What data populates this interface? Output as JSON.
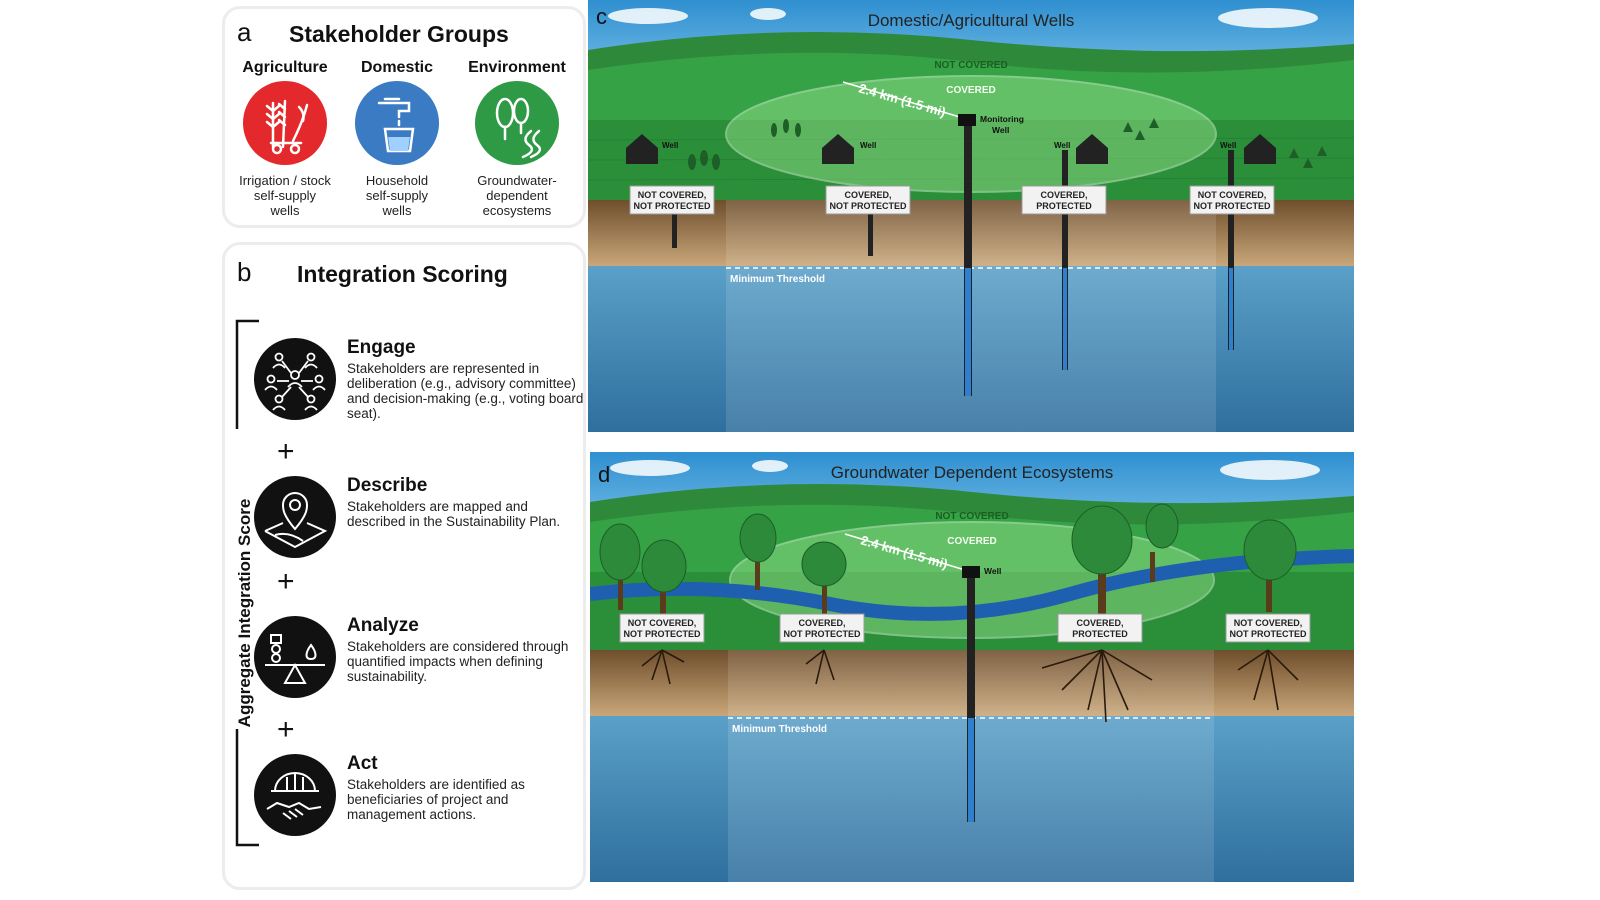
{
  "panel_a": {
    "label": "a",
    "title": "Stakeholder Groups",
    "groups": [
      {
        "name": "Agriculture",
        "desc": [
          "Irrigation / stock",
          "self-supply",
          "wells"
        ],
        "color": "#e3292b",
        "icon": "wheat-irrigation-icon"
      },
      {
        "name": "Domestic",
        "desc": [
          "Household",
          "self-supply",
          "wells"
        ],
        "color": "#3a7bc4",
        "icon": "faucet-glass-icon"
      },
      {
        "name": "Environment",
        "desc": [
          "Groundwater-",
          "dependent",
          "ecosystems"
        ],
        "color": "#2f9a45",
        "icon": "trees-stream-icon"
      }
    ]
  },
  "panel_b": {
    "label": "b",
    "title": "Integration Scoring",
    "axis_label": "Aggregate Integration Score",
    "plus": "+",
    "steps": [
      {
        "name": "Engage",
        "desc": "Stakeholders are represented in deliberation (e.g., advisory committee) and decision-making (e.g., voting board seat).",
        "icon": "people-network-icon"
      },
      {
        "name": "Describe",
        "desc": "Stakeholders are mapped and described in the Sustainability Plan.",
        "icon": "map-pin-icon"
      },
      {
        "name": "Analyze",
        "desc": "Stakeholders are considered through quantified impacts when defining sustainability.",
        "icon": "balance-scale-icon"
      },
      {
        "name": "Act",
        "desc": "Stakeholders are identified as beneficiaries of project and management actions.",
        "icon": "hardhat-handshake-icon"
      }
    ]
  },
  "panel_c": {
    "label": "c",
    "title": "Domestic/Agricultural Wells",
    "not_covered": "NOT COVERED",
    "covered": "COVERED",
    "distance": "2.4 km (1.5 mi)",
    "monitoring_well": [
      "Monitoring",
      "Well"
    ],
    "well": "Well",
    "threshold": "Minimum Threshold",
    "signs": [
      [
        "NOT COVERED,",
        "NOT PROTECTED"
      ],
      [
        "COVERED,",
        "NOT PROTECTED"
      ],
      [
        "COVERED,",
        "PROTECTED"
      ],
      [
        "NOT COVERED,",
        "NOT PROTECTED"
      ]
    ]
  },
  "panel_d": {
    "label": "d",
    "title": "Groundwater Dependent Ecosystems",
    "not_covered": "NOT COVERED",
    "covered": "COVERED",
    "distance": "2.4 km (1.5 mi)",
    "well": "Well",
    "threshold": "Minimum Threshold",
    "signs": [
      [
        "NOT COVERED,",
        "NOT PROTECTED"
      ],
      [
        "COVERED,",
        "NOT PROTECTED"
      ],
      [
        "COVERED,",
        "PROTECTED"
      ],
      [
        "NOT COVERED,",
        "NOT PROTECTED"
      ]
    ]
  },
  "colors": {
    "sky": "#3d9fd8",
    "grass": "#2e9a3e",
    "soil": "#8a6a45",
    "water": "#3b86b4",
    "sign_bg": "#f2f2f2"
  }
}
